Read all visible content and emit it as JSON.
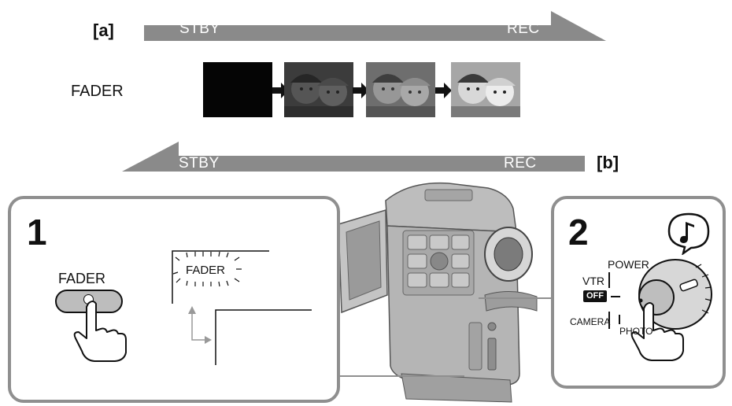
{
  "top_bar": {
    "tag": "[a]",
    "start_label": "STBY",
    "end_label": "REC"
  },
  "bottom_bar": {
    "tag": "[b]",
    "start_label": "STBY",
    "end_label": "REC"
  },
  "fader_row": {
    "label": "FADER",
    "frames": [
      {
        "kind": "black",
        "brightness": 0
      },
      {
        "kind": "photo",
        "brightness": 0.35
      },
      {
        "kind": "photo",
        "brightness": 0.7
      },
      {
        "kind": "photo",
        "brightness": 1.0
      }
    ]
  },
  "step1": {
    "number": "1",
    "button_label": "FADER",
    "display_label": "FADER"
  },
  "step2": {
    "number": "2",
    "labels": {
      "power": "POWER",
      "vtr": "VTR",
      "off": "OFF",
      "camera": "CAMERA",
      "photo": "PHOTO"
    },
    "beep_icon": "music-note-icon"
  },
  "colors": {
    "bar": "#8a8a8a",
    "panel_border": "#8f8f8f",
    "camera_body": "#b5b5b5"
  }
}
